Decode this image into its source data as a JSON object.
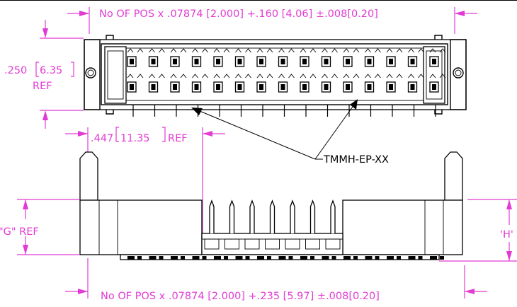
{
  "dimensions": {
    "top_length": "No OF POS x .07874 [2.000] +.160 [4.06] ±.008[0.20]",
    "bottom_length": "No OF POS x .07874 [2.000] +.235 [5.97] ±.008[0.20]",
    "height_ref_value": ".250",
    "height_ref_metric": "6.35",
    "height_ref_suffix": "REF",
    "offset_ref_value": ".447",
    "offset_ref_metric": "11.35",
    "offset_ref_suffix": "REF",
    "g_ref": "\"G\" REF",
    "h_label": "'H'"
  },
  "callout": {
    "part_number": "TMMH-EP-XX"
  },
  "colors": {
    "dimension": "#e23bd4",
    "drawing": "#000000"
  }
}
